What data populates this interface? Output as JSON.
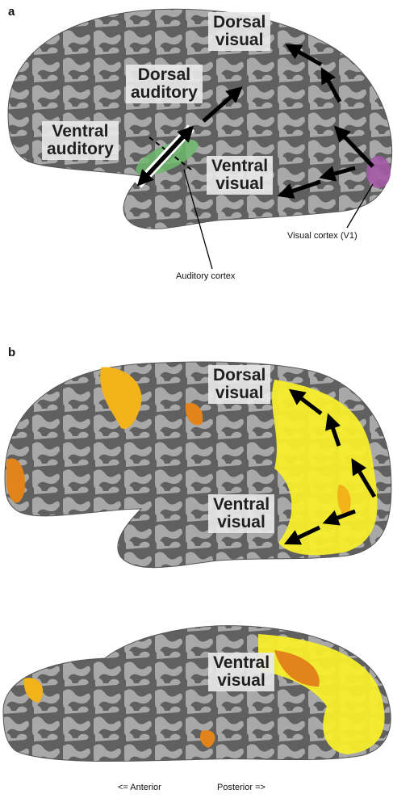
{
  "panels": {
    "a": {
      "letter": "a",
      "labels": {
        "dorsal_visual": [
          "Dorsal",
          "visual"
        ],
        "dorsal_auditory": [
          "Dorsal",
          "auditory"
        ],
        "ventral_auditory": [
          "Ventral",
          "auditory"
        ],
        "ventral_visual": [
          "Ventral",
          "visual"
        ]
      },
      "annotations": {
        "visual_cortex": "Visual cortex (V1)",
        "auditory_cortex": "Auditory cortex"
      },
      "region_colors": {
        "auditory": "#6db86b",
        "visual": "#a35aa6"
      }
    },
    "b": {
      "letter": "b",
      "labels": {
        "dorsal_visual": [
          "Dorsal",
          "visual"
        ],
        "ventral_visual": [
          "Ventral",
          "visual"
        ],
        "ventral_visual_bottom": [
          "Ventral",
          "visual"
        ]
      },
      "activation_colors": {
        "high": "#f5ee2a",
        "mid": "#f2b21a",
        "low": "#e3841a"
      }
    }
  },
  "axis": {
    "anterior": "<= Anterior",
    "posterior": "Posterior =>"
  },
  "brain_colors": {
    "sulcus": "#5f5f5f",
    "gyrus": "#a9a9a9"
  }
}
